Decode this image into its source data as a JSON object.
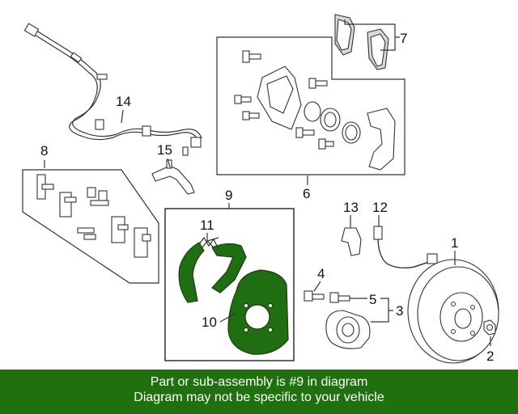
{
  "callouts": {
    "c1": "1",
    "c2": "2",
    "c3": "3",
    "c4": "4",
    "c5": "5",
    "c6": "6",
    "c7": "7",
    "c8": "8",
    "c9": "9",
    "c10": "10",
    "c11": "11",
    "c12": "12",
    "c13": "13",
    "c14": "14",
    "c15": "15"
  },
  "banner": {
    "line1": "Part or sub-assembly is #9 in diagram",
    "line2": "Diagram may not be specific to your vehicle"
  },
  "colors": {
    "highlight": "#1f6e12",
    "banner_bg": "#20700f",
    "banner_text": "#ffffff"
  }
}
